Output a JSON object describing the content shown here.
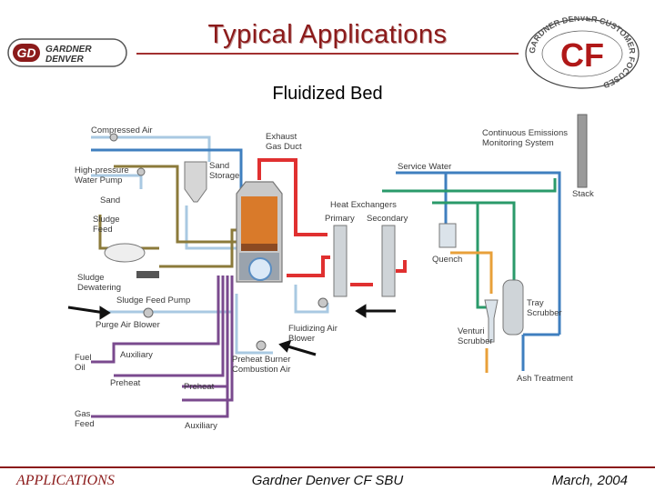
{
  "header": {
    "title": "Typical Applications",
    "subtitle": "Fluidized Bed",
    "left_logo_line1": "GARDNER",
    "left_logo_line2": "DENVER",
    "left_logo_mark": "GD",
    "right_logo_mark": "CF",
    "right_logo_ring_text": "GARDNER DENVER CUSTOMER FOCUSED"
  },
  "diagram": {
    "labels": {
      "compressed_air": "Compressed Air",
      "hp_water_pump_1": "High-pressure",
      "hp_water_pump_2": "Water Pump",
      "sand": "Sand",
      "sand_storage_1": "Sand",
      "sand_storage_2": "Storage",
      "exhaust_1": "Exhaust",
      "exhaust_2": "Gas Duct",
      "sludge_feed_1": "Sludge",
      "sludge_feed_2": "Feed",
      "sludge_dewatering_1": "Sludge",
      "sludge_dewatering_2": "Dewatering",
      "sludge_feed_pump": "Sludge Feed Pump",
      "purge_air_blower": "Purge Air Blower",
      "fuel_oil_1": "Fuel",
      "fuel_oil_2": "Oil",
      "auxiliary_1": "Auxiliary",
      "preheat_1": "Preheat",
      "preheat_2": "Preheat",
      "gas_feed_1": "Gas",
      "gas_feed_2": "Feed",
      "auxiliary_2": "Auxiliary",
      "preheat_burner_1": "Preheat Burner",
      "preheat_burner_2": "Combustion Air",
      "fluidizing_1": "Fluidizing Air",
      "fluidizing_2": "Blower",
      "heat_exchangers": "Heat Exchangers",
      "primary": "Primary",
      "secondary": "Secondary",
      "quench": "Quench",
      "service_water": "Service Water",
      "cems_1": "Continuous Emissions",
      "cems_2": "Monitoring System",
      "stack": "Stack",
      "tray_1": "Tray",
      "tray_2": "Scrubber",
      "venturi_1": "Venturi",
      "venturi_2": "Scrubber",
      "ash_treatment": "Ash Treatment"
    },
    "colors": {
      "light_air": "#a9c9e2",
      "service_water": "#3f7fbf",
      "gas": "#7a4a8e",
      "sludge": "#8b7a3a",
      "exhaust": "#e03030",
      "scrubber_water": "#2a9a6a",
      "ash": "#e8a03a"
    }
  },
  "footer": {
    "left": "APPLICATIONS",
    "center": "Gardner Denver CF SBU",
    "right": "March, 2004"
  }
}
